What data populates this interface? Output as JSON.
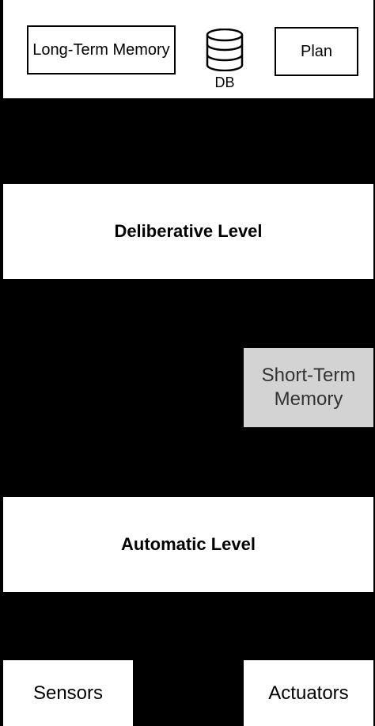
{
  "memory_panel": {
    "long_term_memory": "Long-Term Memory",
    "db_label": "DB",
    "plan": "Plan"
  },
  "deliberative_level": "Deliberative Level",
  "short_term_memory": "Short-Term\nMemory",
  "automatic_level": "Automatic Level",
  "sensors": "Sensors",
  "actuators": "Actuators",
  "colors": {
    "background": "#000000",
    "panel": "#ffffff",
    "short_term_memory_fill": "#d3d3d3"
  },
  "icons": {
    "database": "database-icon"
  }
}
